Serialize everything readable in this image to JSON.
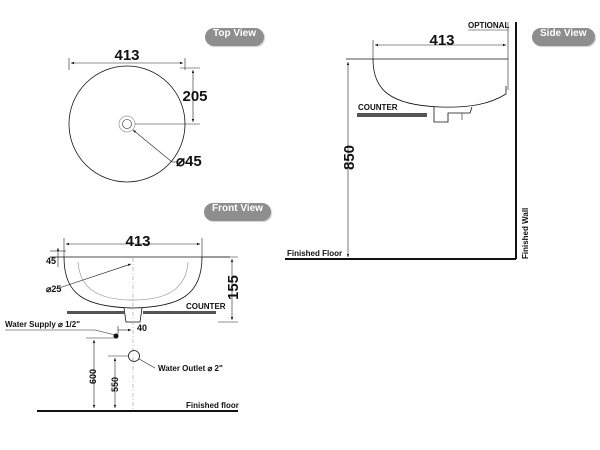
{
  "badges": {
    "top_view": "Top View",
    "side_view": "Side View",
    "front_view": "Front View"
  },
  "top_view": {
    "width": "413",
    "depth": "205",
    "drain_diameter": "⌀45"
  },
  "side_view": {
    "width": "413",
    "optional": "OPTIONAL",
    "counter": "COUNTER",
    "height": "850",
    "finished_floor": "Finished Floor",
    "finished_wall": "Finished Wall"
  },
  "front_view": {
    "width": "413",
    "rim": "45",
    "overflow_diameter": "⌀25",
    "height": "155",
    "counter": "COUNTER",
    "offset": "40",
    "water_supply": "Water Supply ⌀ 1/2\"",
    "water_outlet": "Water Outlet ⌀ 2\"",
    "supply_height": "600",
    "outlet_height": "550",
    "finished_floor": "Finished floor"
  },
  "colors": {
    "badge": "#8e8e8e",
    "lines": "#111111",
    "counter": "#555555"
  }
}
